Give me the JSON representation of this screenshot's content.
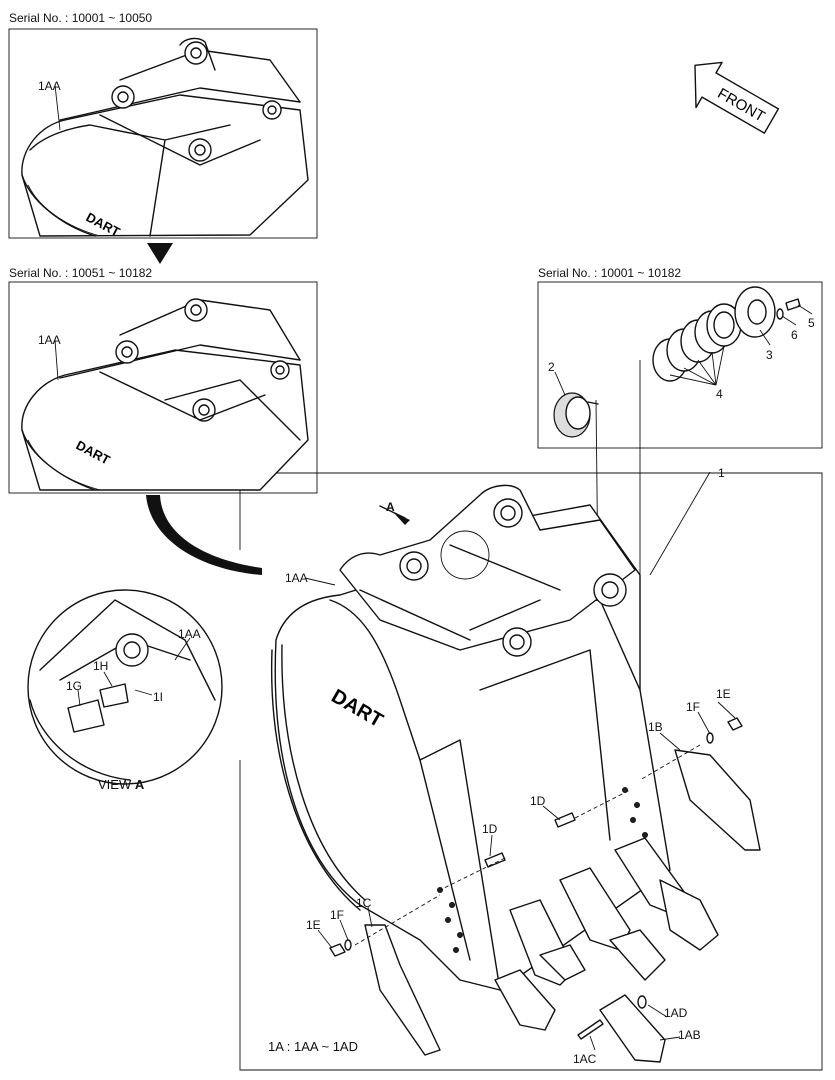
{
  "serials": {
    "top": "Serial No. : 10001 ~ 10050",
    "middle": "Serial No. : 10051 ~ 10182",
    "right": "Serial No. : 10001 ~ 10182"
  },
  "front_label": "FRONT",
  "arrow_label_a": "A",
  "view_caption": "VIEW",
  "view_caption_letter": "A",
  "brand_text": "DART",
  "assembly_note": "1A : 1AA ~ 1AD",
  "part_labels": {
    "p1": "1",
    "p2": "2",
    "p3": "3",
    "p4": "4",
    "p5": "5",
    "p6": "6",
    "p1AA_top": "1AA",
    "p1AA_mid": "1AA",
    "p1AA_main": "1AA",
    "p1AA_view": "1AA",
    "p1AB": "1AB",
    "p1AC": "1AC",
    "p1AD": "1AD",
    "p1B": "1B",
    "p1C": "1C",
    "p1D_a": "1D",
    "p1D_b": "1D",
    "p1E_a": "1E",
    "p1E_b": "1E",
    "p1F_a": "1F",
    "p1F_b": "1F",
    "p1G": "1G",
    "p1H": "1H",
    "p1I": "1I"
  }
}
